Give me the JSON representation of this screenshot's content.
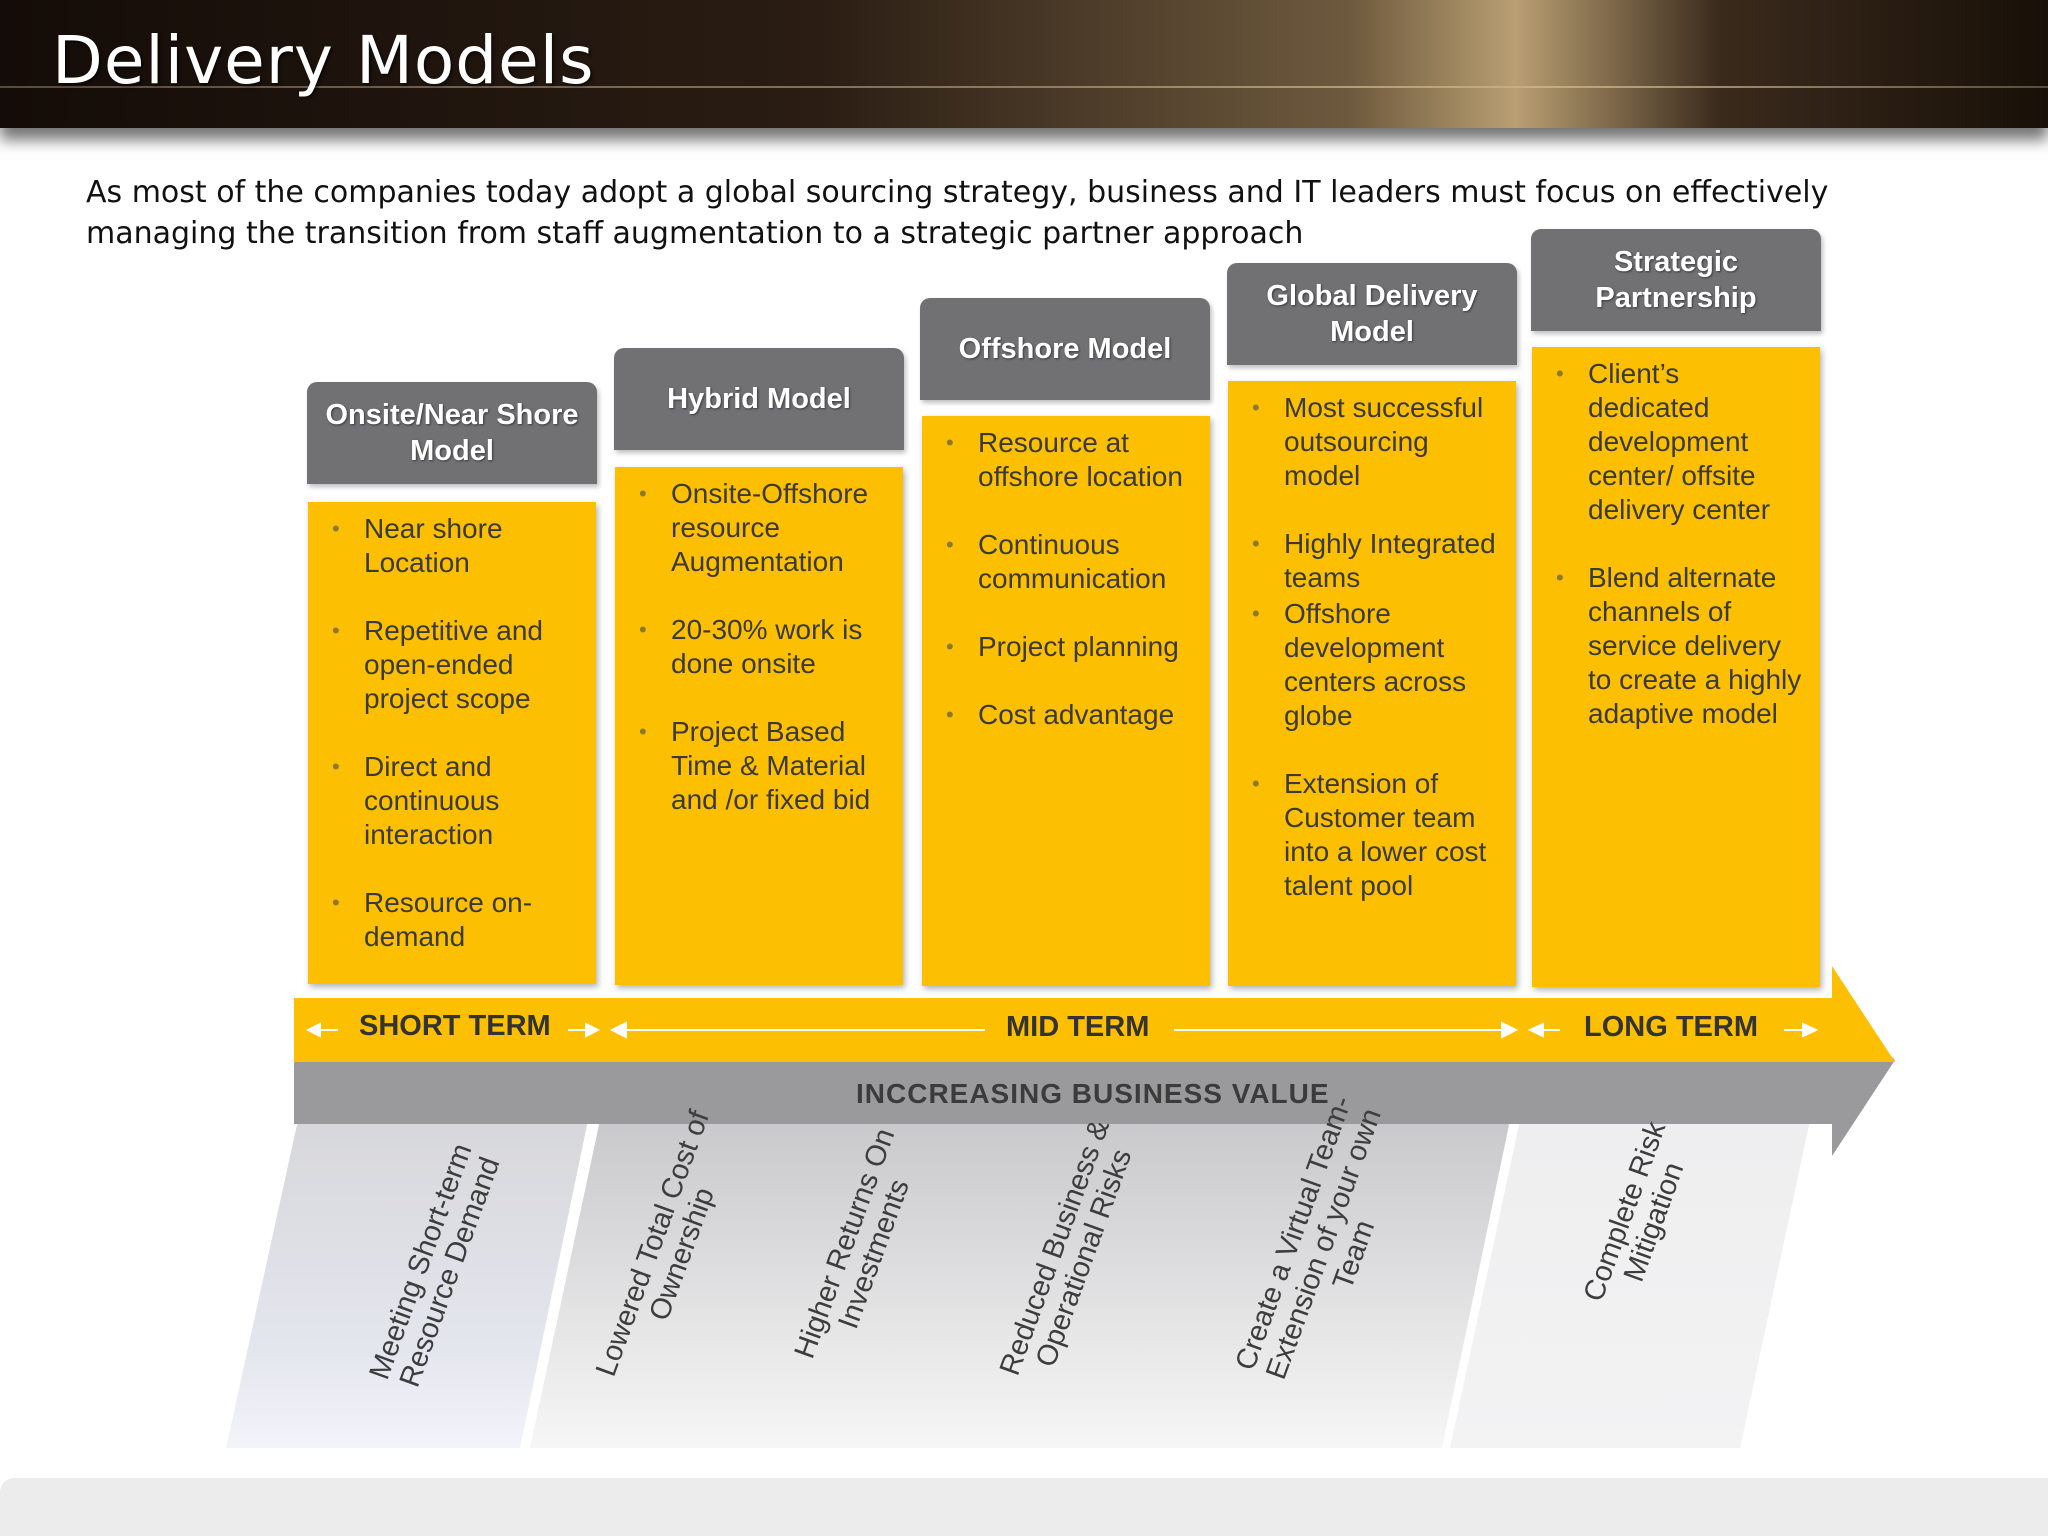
{
  "title": "Delivery Models",
  "intro": "As most of the companies today adopt a global sourcing strategy, business and IT leaders must focus on effectively managing the transition from staff augmentation to a strategic partner approach",
  "colors": {
    "header_bg": "#1c130d",
    "column_header": "#717174",
    "column_body": "#fdbf02",
    "arrow_yellow": "#fdbf02",
    "arrow_gray": "#9a9a9c"
  },
  "models": [
    {
      "title": "Onsite/Near Shore Model",
      "items": [
        "Near shore Location",
        "Repetitive and open-ended project scope",
        "Direct and continuous interaction",
        "Resource on-demand"
      ]
    },
    {
      "title": "Hybrid Model",
      "items": [
        "Onsite-Offshore resource Augmentation",
        "20-30% work is done onsite",
        "Project Based Time & Material and /or fixed bid"
      ]
    },
    {
      "title": "Offshore Model",
      "items": [
        "Resource at offshore location",
        "Continuous communication",
        "Project planning",
        "Cost advantage"
      ]
    },
    {
      "title": "Global Delivery Model",
      "items": [
        "Most successful outsourcing model",
        "Highly Integrated teams",
        "Offshore development centers  across globe",
        "Extension of Customer team into a lower cost talent pool"
      ]
    },
    {
      "title": "Strategic Partnership",
      "items": [
        "Client’s dedicated development center/ offsite delivery center",
        "Blend alternate channels of service delivery to create a highly adaptive model"
      ]
    }
  ],
  "terms": {
    "short": "SHORT TERM",
    "mid": "MID TERM",
    "long": "LONG TERM"
  },
  "value_label": "INCCREASING BUSINESS  VALUE",
  "benefits": [
    "Meeting Short-term Resource Demand",
    "Lowered Total Cost of Ownership",
    "Higher Returns On Investments",
    "Reduced Business & Operational Risks",
    "Create a Virtual Team-Extension of your own Team",
    "Complete Risk Mitigation"
  ]
}
